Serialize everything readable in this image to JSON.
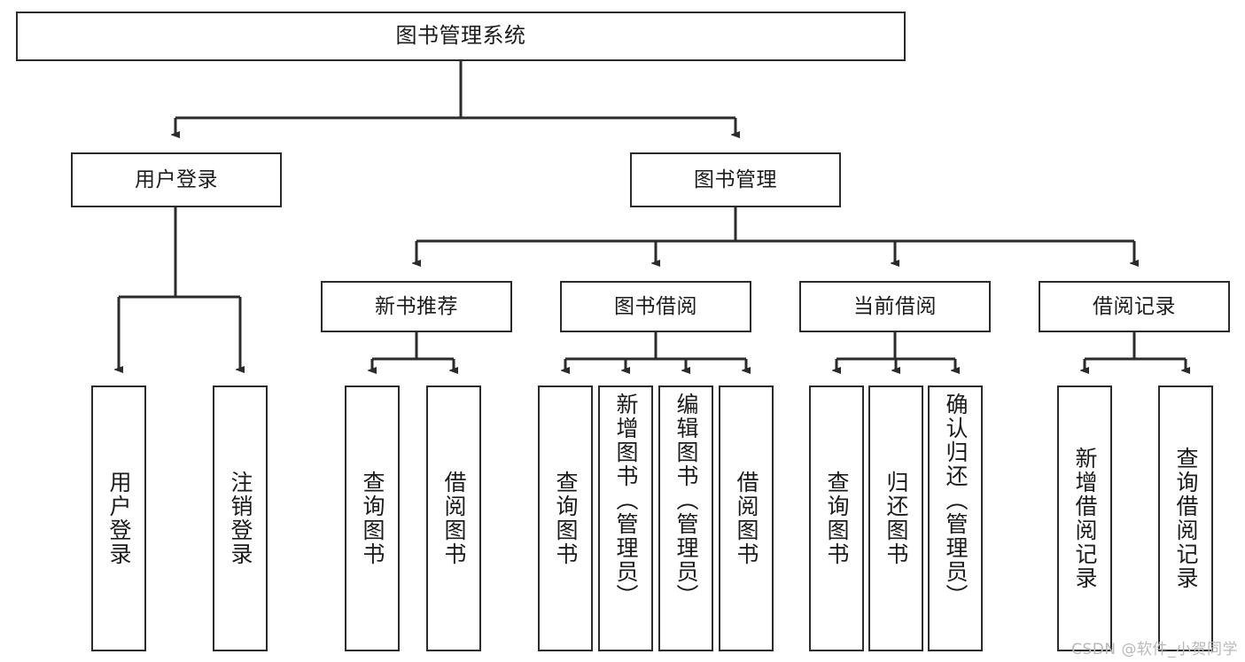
{
  "diagram": {
    "title": "图书管理系统",
    "type": "功能结构图",
    "colors": {
      "box_border": "#2b2b2b",
      "box_fill": "#ffffff",
      "connector": "#2b2b2b",
      "text": "#1b1b1b",
      "watermark": "#b9b9b9",
      "background": "#ffffff"
    },
    "watermark": "CSDN @软件_小贺同学",
    "levels": {
      "root": {
        "label": "图书管理系统"
      },
      "level2": [
        {
          "label": "用户登录"
        },
        {
          "label": "图书管理"
        }
      ],
      "level3": [
        {
          "label": "新书推荐"
        },
        {
          "label": "图书借阅"
        },
        {
          "label": "当前借阅"
        },
        {
          "label": "借阅记录"
        }
      ],
      "leaves": {
        "user_login": [
          {
            "label": "用户登录"
          },
          {
            "label": "注销登录"
          }
        ],
        "new_book_recommend": [
          {
            "label": "查询图书"
          },
          {
            "label": "借阅图书"
          }
        ],
        "book_borrow": [
          {
            "label": "查询图书"
          },
          {
            "label": "新增图书（管理员）"
          },
          {
            "label": "编辑图书（管理员）"
          },
          {
            "label": "借阅图书"
          }
        ],
        "current_borrow": [
          {
            "label": "查询图书"
          },
          {
            "label": "归还图书"
          },
          {
            "label": "确认归还（管理员）"
          }
        ],
        "borrow_record": [
          {
            "label": "新增借阅记录"
          },
          {
            "label": "查询借阅记录"
          }
        ]
      }
    }
  }
}
